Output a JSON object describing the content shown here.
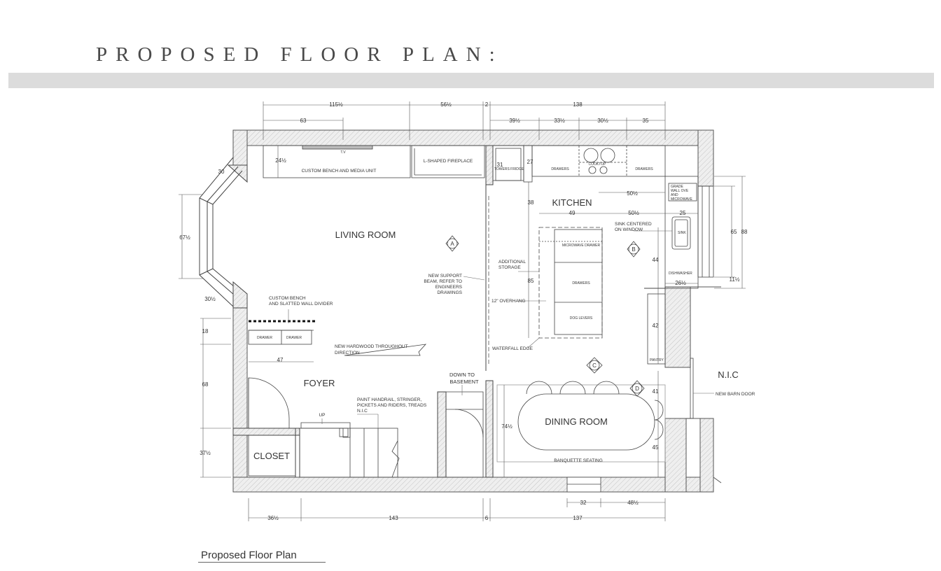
{
  "page": {
    "title": "PROPOSED FLOOR PLAN:",
    "caption": "Proposed Floor Plan"
  },
  "rooms": {
    "living_room": "LIVING ROOM",
    "kitchen": "KITCHEN",
    "foyer": "FOYER",
    "closet": "CLOSET",
    "dining_room": "DINING ROOM",
    "nic": "N.I.C"
  },
  "markers": {
    "a": "A",
    "b": "B",
    "c": "C",
    "d": "D"
  },
  "notes": {
    "tv": "T.V",
    "custom_bench_media": "CUSTOM BENCH AND MEDIA UNIT",
    "fireplace": "L-SHAPED FIREPLACE",
    "custom_bench_slatted_1": "CUSTOM BENCH",
    "custom_bench_slatted_2": "AND SLATTED WALL DIVIDER",
    "drawer_1": "DRAWER",
    "drawer_2": "DRAWER",
    "hardwood_1": "NEW HARDWOOD THROUGHOUT",
    "hardwood_2": "DIRECTION",
    "support_beam_1": "NEW SUPPORT",
    "support_beam_2": "BEAM, REFER TO",
    "support_beam_3": "ENGINEERS",
    "support_beam_4": "DRAWINGS",
    "additional_storage_1": "ADDITIONAL",
    "additional_storage_2": "STORAGE",
    "overhang": "12\" OVERHANG",
    "waterfall": "WATERFALL EDGE",
    "down_basement_1": "DOWN TO",
    "down_basement_2": "BASEMENT",
    "paint_1": "PAINT HANDRAIL, STRINGER,",
    "paint_2": "PICKETS AND RIDERS, TREADS",
    "paint_3": "N.I.C",
    "up": "UP",
    "sink_1": "SINK CENTERED",
    "sink_2": "ON WINDOW",
    "sink": "SINK",
    "barn_door": "NEW BARN DOOR",
    "banquette": "BANQUETTE SEATING",
    "dishwasher": "DISHWASHER",
    "pantry": "PANTRY",
    "towers_fridge": "TOWERS FRIDGE",
    "drawers_1": "DRAWERS",
    "drawers_2": "DRAWERS",
    "cooktop": "COOKTOP",
    "island_drawer_1": "MICROWAVE DRAWER",
    "island_drawer_2": "DRAWERS",
    "island_drawer_3": "DOG LEVERS",
    "wall_unit_1": "GRADE",
    "wall_unit_2": "WALL OVE",
    "wall_unit_3": "AND",
    "wall_unit_4": "MICROWAVE"
  },
  "dimensions": {
    "top_115": "115½",
    "top_56": "56½",
    "top_2": "2",
    "top_138": "138",
    "top_63": "63",
    "top_39": "39½",
    "top_33": "33½",
    "top_30": "30½",
    "top_35": "35",
    "left_67": "67½",
    "bay_30a": "30",
    "bay_30b": "30½",
    "left_18": "18",
    "left_47": "47",
    "left_68": "68",
    "left_37": "37½",
    "bench_24": "24½",
    "k_31": "31",
    "k_27": "27",
    "k_50a": "50½",
    "k_38": "38",
    "k_49": "49",
    "k_50b": "50½",
    "k_25": "25",
    "k_65": "65",
    "k_88": "88",
    "k_85": "85",
    "k_44": "44",
    "k_26": "26½",
    "k_11": "11½",
    "k_42": "42",
    "d_41": "41",
    "d_74": "74½",
    "d_45": "45",
    "d_32": "32",
    "d_48": "48½",
    "bot_36": "36½",
    "bot_143": "143",
    "bot_6": "6",
    "bot_137": "137"
  }
}
